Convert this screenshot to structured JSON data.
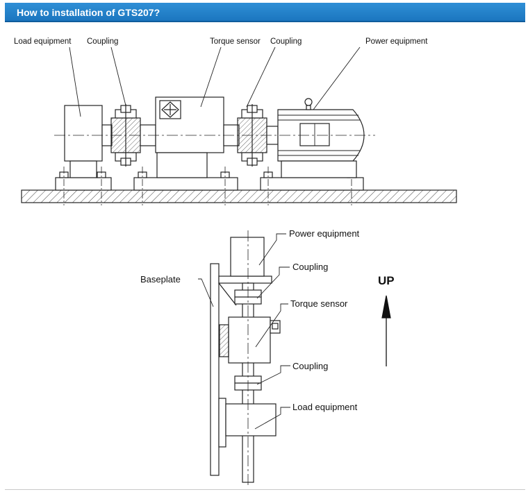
{
  "header": {
    "title": "How to installation of GTS207?"
  },
  "side_view": {
    "labels": {
      "load_equipment": "Load equipment",
      "coupling_left": "Coupling",
      "torque_sensor": "Torque sensor",
      "coupling_right": "Coupling",
      "power_equipment": "Power equipment"
    }
  },
  "vertical_view": {
    "labels": {
      "power_equipment": "Power equipment",
      "coupling_top": "Coupling",
      "baseplate": "Baseplate",
      "torque_sensor": "Torque sensor",
      "coupling_bottom": "Coupling",
      "load_equipment": "Load equipment"
    },
    "up_label": "UP"
  },
  "colors": {
    "header_bg": "#1b76bf",
    "header_text": "#ffffff",
    "line": "#222222"
  }
}
